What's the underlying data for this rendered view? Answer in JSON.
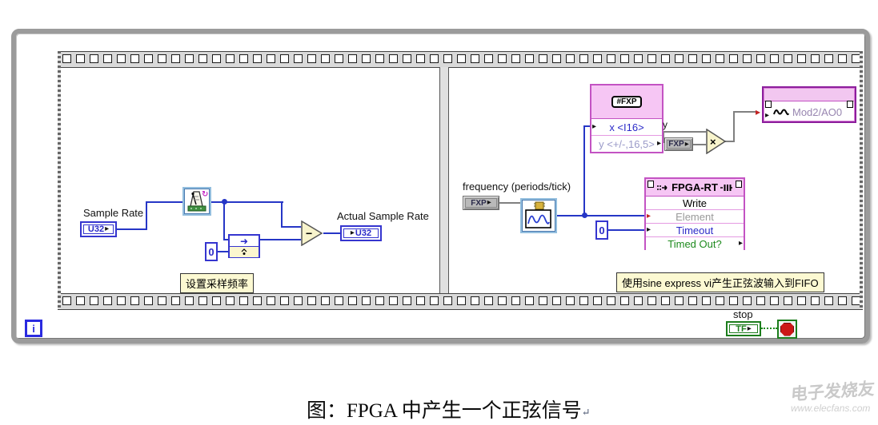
{
  "caption": {
    "text": "图：FPGA 中产生一个正弦信号",
    "mark": "↵"
  },
  "watermark": {
    "logo": "电子发烧友",
    "url": "www.elecfans.com"
  },
  "icons": {
    "arrow_in": "▸",
    "arrow_out": "▸",
    "feedback_arrow": "➜",
    "refresh": "↻"
  },
  "left_frame": {
    "sample_rate_label": "Sample Rate",
    "sample_rate_type": "U32",
    "zero_constant": "0",
    "subtract_sign": "−",
    "actual_sample_rate_label": "Actual Sample Rate",
    "actual_sample_rate_type": "U32",
    "frame_label": "设置采样频率"
  },
  "right_frame": {
    "frequency_label": "frequency (periods/tick)",
    "frequency_type": "FXP",
    "to_fxp": {
      "icon_text": "#FXP",
      "x_row": "x <I16>",
      "y_row": "y <+/-,16,5>"
    },
    "y_wire_label": "y",
    "fxp_terminal": "FXP",
    "multiply_sign": "×",
    "zero_constant": "0",
    "ao_node": {
      "name": "Mod2/AO0"
    },
    "fifo_node": {
      "title": "FPGA-RT",
      "write": "Write",
      "element": "Element",
      "timeout": "Timeout",
      "timed_out": "Timed Out?"
    },
    "frame_label": "使用sine express vi产生正弦波输入到FIFO"
  },
  "loop": {
    "iteration_label": "i",
    "stop_label": "stop",
    "stop_type": "TF"
  },
  "colors": {
    "wire_integer": "#2636c6",
    "wire_fxp": "#808080",
    "express_pink": "#f6c6f4",
    "express_border": "#c353c3",
    "io_purple": "#8c1f9c",
    "boolean_green": "#1c7d1c",
    "stop_red": "#cc1616"
  }
}
